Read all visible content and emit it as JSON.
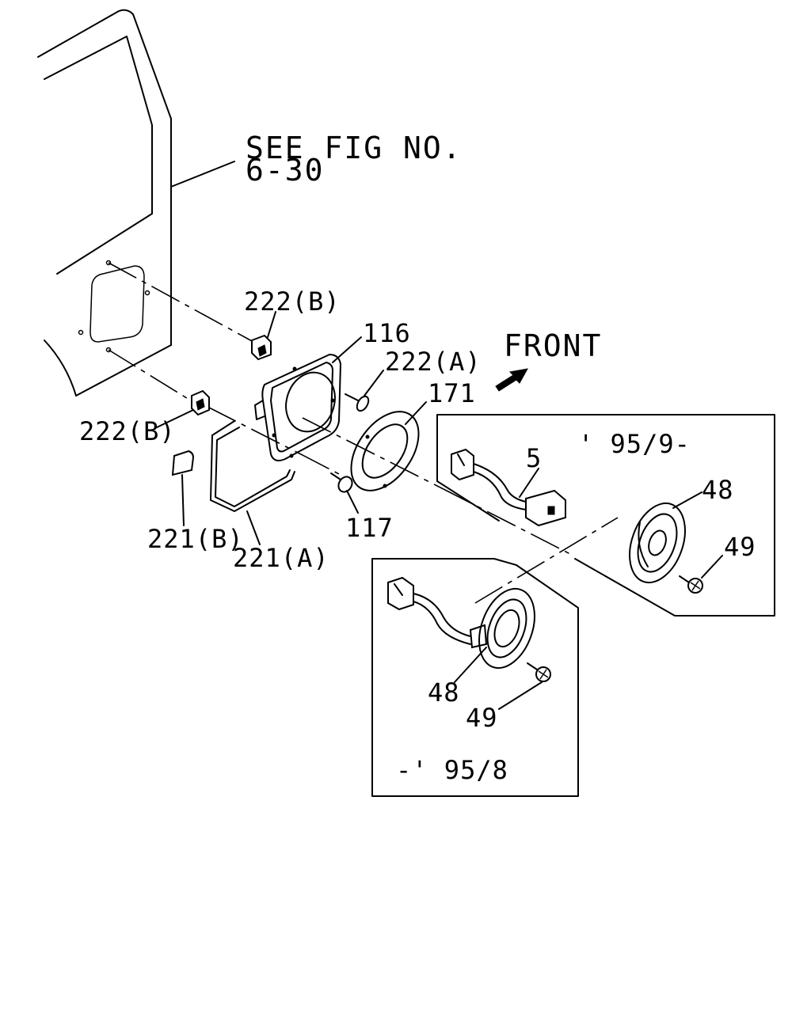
{
  "reference": {
    "line1": "SEE FIG NO.",
    "line2": "6-30"
  },
  "direction": {
    "label": "FRONT",
    "icon": "front-arrow-icon"
  },
  "callouts": {
    "p222b_top": "222(B)",
    "p222b_left": "222(B)",
    "p116": "116",
    "p222a": "222(A)",
    "p171": "171",
    "p117": "117",
    "p221b": "221(B)",
    "p221a": "221(A)",
    "p5": "5",
    "p48_late": "48",
    "p49_late": "49",
    "p48_early": "48",
    "p49_early": "49"
  },
  "variants": {
    "late": "' 95/9-",
    "early": "-' 95/8"
  }
}
